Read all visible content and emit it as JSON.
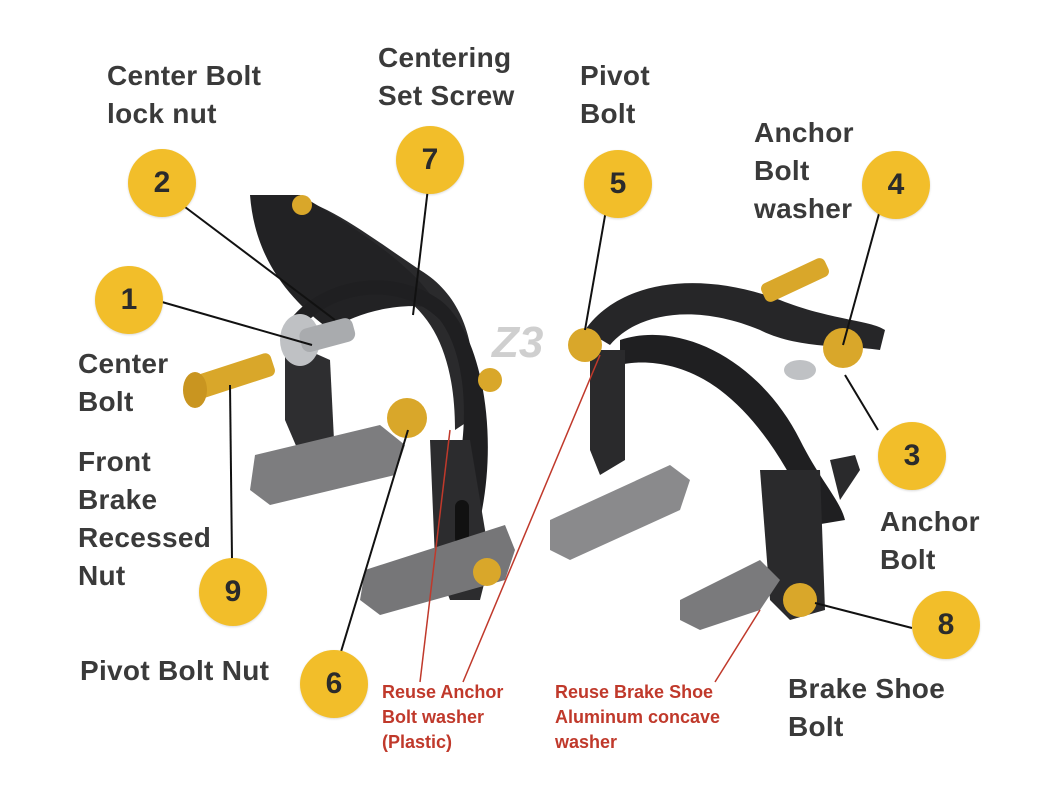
{
  "colors": {
    "badge": "#f2be2a",
    "label": "#3a3a3a",
    "note": "#c0392b",
    "caliper": "#2a2a2c",
    "gold": "#d9a72a",
    "pad": "#7a7a7a"
  },
  "watermark": "Z3",
  "labels": {
    "center_bolt_lock_nut": "Center Bolt\nlock nut",
    "centering_set_screw": "Centering\nSet Screw",
    "pivot_bolt": "Pivot\nBolt",
    "anchor_bolt_washer": "Anchor\nBolt\nwasher",
    "center_bolt": "Center\nBolt",
    "front_brake_recessed_nut": "Front\nBrake\nRecessed\nNut",
    "anchor_bolt": "Anchor\nBolt",
    "pivot_bolt_nut": "Pivot Bolt Nut",
    "brake_shoe_bolt": "Brake Shoe\nBolt"
  },
  "notes": {
    "reuse_anchor_washer": "Reuse Anchor\nBolt washer\n(Plastic)",
    "reuse_shoe_washer": "Reuse Brake Shoe\nAluminum concave\nwasher"
  },
  "badges": {
    "b1": "1",
    "b2": "2",
    "b3": "3",
    "b4": "4",
    "b5": "5",
    "b6": "6",
    "b7": "7",
    "b8": "8",
    "b9": "9"
  }
}
